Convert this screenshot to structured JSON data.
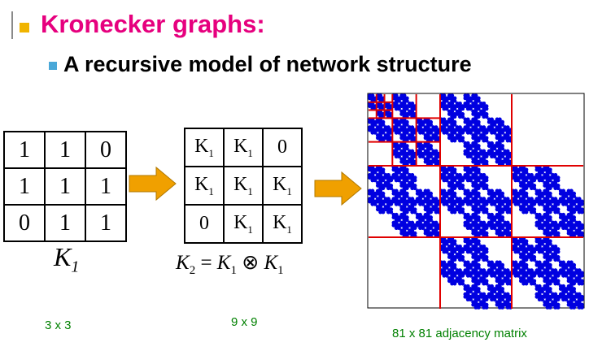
{
  "title": "Kronecker graphs:",
  "subtitle": "A recursive model of network structure",
  "colors": {
    "title": "#e6007e",
    "bullet_level1": "#f0b400",
    "bullet_level2": "#4aa8d8",
    "arrow": "#f0a000",
    "matrix_dots": "#0000e0",
    "partition_lines": "#e00000",
    "dimension_labels": "#008000"
  },
  "k1": {
    "rows": [
      [
        "1",
        "1",
        "0"
      ],
      [
        "1",
        "1",
        "1"
      ],
      [
        "0",
        "1",
        "1"
      ]
    ],
    "label_base": "K",
    "label_sub": "1"
  },
  "k2": {
    "base": "K",
    "sub": "1",
    "rows": [
      [
        "K1",
        "K1",
        "0"
      ],
      [
        "K1",
        "K1",
        "K1"
      ],
      [
        "0",
        "K1",
        "K1"
      ]
    ],
    "zero": "0",
    "formula_lhs": "K",
    "formula_lhs_sub": "2",
    "formula_eq": " = ",
    "formula_a": "K",
    "formula_a_sub": "1",
    "formula_op": " ⊗ ",
    "formula_b": "K",
    "formula_b_sub": "1"
  },
  "dimensions": {
    "k1": "3 x 3",
    "k2": "9 x 9",
    "k3": "81 x 81 adjacency matrix"
  },
  "arrows": [
    "arrow-right-icon",
    "arrow-right-icon"
  ]
}
